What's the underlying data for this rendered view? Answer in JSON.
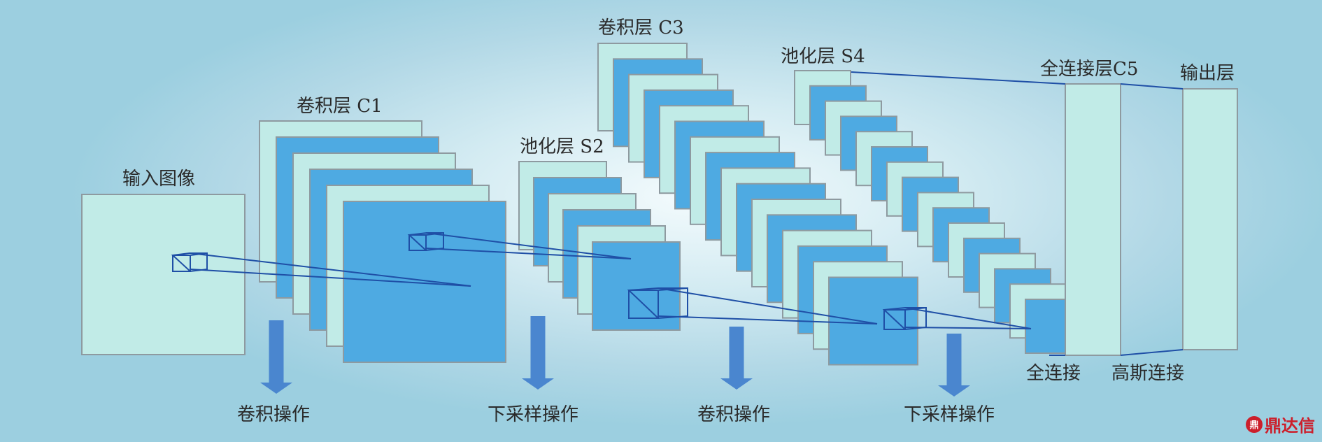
{
  "colors": {
    "light_map": "#c1ebe7",
    "dark_map": "#4eaae2",
    "map_border": "#8e9aa0",
    "connector": "#1f4fa6",
    "arrow": "#4a86cf",
    "watermark": "#cc1f2b"
  },
  "layers": [
    {
      "id": "input",
      "label": "输入图像"
    },
    {
      "id": "c1",
      "label": "卷积层 C1"
    },
    {
      "id": "s2",
      "label": "池化层 S2"
    },
    {
      "id": "c3",
      "label": "卷积层 C3"
    },
    {
      "id": "s4",
      "label": "池化层 S4"
    },
    {
      "id": "c5",
      "label": "全连接层C5"
    },
    {
      "id": "output",
      "label": "输出层"
    }
  ],
  "operations": [
    {
      "id": "op1",
      "label": "卷积操作"
    },
    {
      "id": "op2",
      "label": "下采样操作"
    },
    {
      "id": "op3",
      "label": "卷积操作"
    },
    {
      "id": "op4",
      "label": "下采样操作"
    }
  ],
  "connections": [
    {
      "id": "full",
      "label": "全连接"
    },
    {
      "id": "gauss",
      "label": "高斯连接"
    }
  ],
  "watermark": {
    "icon": "dingdaxin-logo-icon",
    "mark": "鼎",
    "text": "鼎达信"
  }
}
